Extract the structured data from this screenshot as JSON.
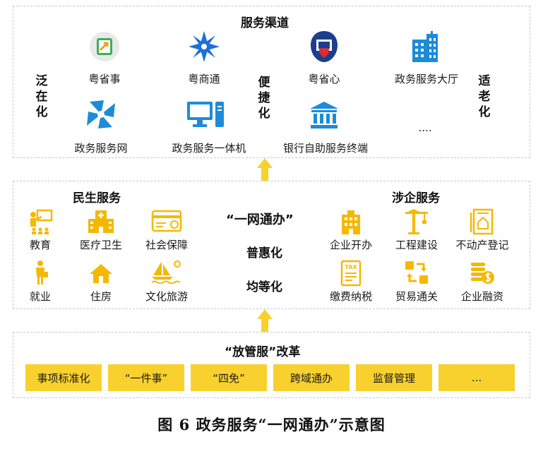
{
  "channels": {
    "title": "服务渠道",
    "left_tag": [
      "泛",
      "在",
      "化"
    ],
    "middle_tag": [
      "便",
      "捷",
      "化"
    ],
    "right_tag": [
      "适",
      "老",
      "化"
    ],
    "items": [
      "粤省事",
      "粤商通",
      "粤省心",
      "政务服务大厅",
      "政务服务网",
      "政务服务一体机",
      "银行自助服务终端",
      "...."
    ]
  },
  "services": {
    "livelihood_title": "民生服务",
    "enterprise_title": "涉企服务",
    "center_title": "“一网通办”",
    "center_line1": "普惠化",
    "center_line2": "均等化",
    "livelihood_items": [
      "教育",
      "医疗卫生",
      "社会保障",
      "就业",
      "住房",
      "文化旅游"
    ],
    "enterprise_items": [
      "企业开办",
      "工程建设",
      "不动产登记",
      "缴费纳税",
      "贸易通关",
      "企业融资"
    ],
    "tax_icon_text": "TAX"
  },
  "reform": {
    "title": "“放管服”改革",
    "tags": [
      "事项标准化",
      "“一件事”",
      "“四免”",
      "跨域通办",
      "监督管理",
      "..."
    ]
  },
  "caption": "图 6  政务服务“一网通办”示意图",
  "colors": {
    "accent": "#f9d12e",
    "icon_yellow": "#f5b800",
    "icon_blue": "#1e8bd9",
    "dark_blue": "#1a4fb0"
  }
}
